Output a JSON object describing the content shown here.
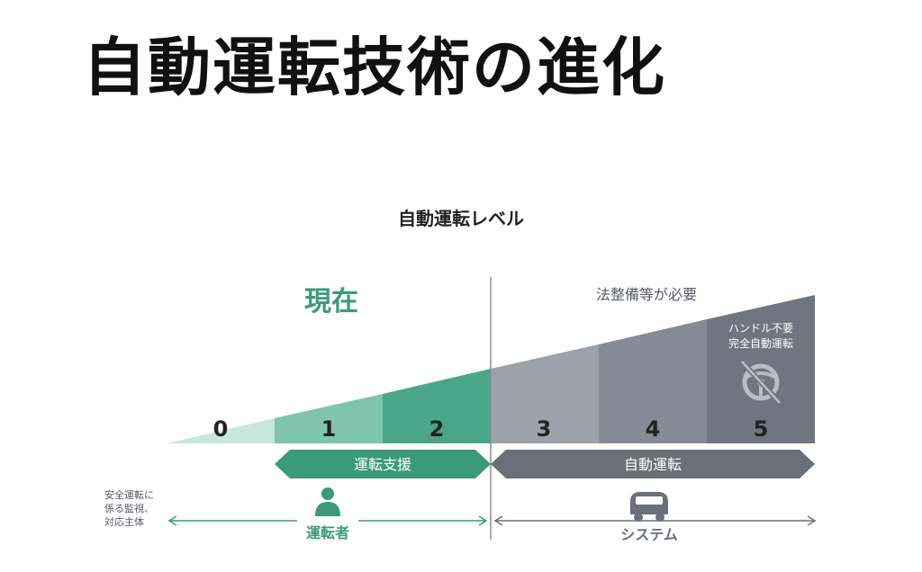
{
  "title": "自動運転技術の進化",
  "diagram": {
    "subtitle": "自動運転レベル",
    "current_label": "現在",
    "legal_label": "法整備等が必要",
    "level5_note_line1": "ハンドル不要",
    "level5_note_line2": "完全自動運転",
    "levels": [
      "0",
      "1",
      "2",
      "3",
      "4",
      "5"
    ],
    "assist_label": "運転支援",
    "auto_label": "自動運転",
    "responsibility_line1": "安全運転に",
    "responsibility_line2": "係る監視、",
    "responsibility_line3": "対応主体",
    "driver_label": "運転者",
    "system_label": "システム",
    "icons": {
      "person": "person-icon",
      "steering": "no-steering-wheel-icon",
      "vehicle": "autonomous-car-icon"
    },
    "colors": {
      "level0": "#c9e6dc",
      "level1": "#7fc4ac",
      "level2": "#4aa689",
      "level3": "#9ca1aa",
      "level4": "#868b95",
      "level5": "#70757f",
      "green": "#3a9a7a",
      "gray": "#6a6f78",
      "legal_bg": "#e2e4e8"
    }
  }
}
